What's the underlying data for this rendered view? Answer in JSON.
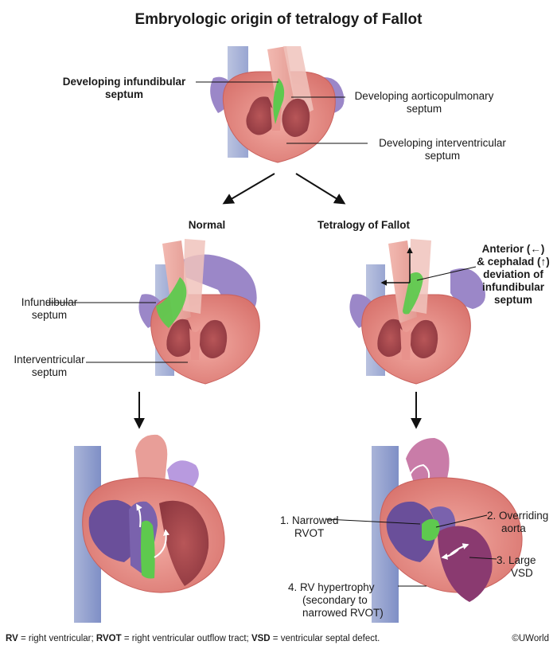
{
  "title": "Embryologic origin of tetralogy of Fallot",
  "top_heart": {
    "label_infundibular": [
      "Developing infundibular",
      "septum"
    ],
    "label_aorticopulmonary": [
      "Developing aorticopulmonary",
      "septum"
    ],
    "label_interventricular": [
      "Developing interventricular",
      "septum"
    ]
  },
  "branches": {
    "normal": "Normal",
    "tof": "Tetralogy of Fallot"
  },
  "normal_heart": {
    "label_infundibular": [
      "Infundibular",
      "septum"
    ],
    "label_interventricular": [
      "Interventricular",
      "septum"
    ]
  },
  "tof_heart": {
    "label_deviation": [
      "Anterior (←)",
      "& cephalad (↑)",
      "deviation of",
      "infundibular",
      "septum"
    ]
  },
  "tof_full_heart": {
    "label_rvot": [
      "1.  Narrowed",
      "RVOT"
    ],
    "label_aorta": [
      "2. Overriding",
      "aorta"
    ],
    "label_vsd": [
      "3. Large",
      "VSD"
    ],
    "label_rvh": [
      "4. RV hypertrophy",
      "(secondary to",
      "narrowed RVOT)"
    ]
  },
  "footnote": {
    "rv_abbr": "RV",
    "rv_def": " = right ventricular; ",
    "rvot_abbr": "RVOT",
    "rvot_def": " = right ventricular outflow tract; ",
    "vsd_abbr": "VSD",
    "vsd_def": " = ventricular septal defect."
  },
  "copyright": "©UWorld",
  "colors": {
    "muscle": "#e8928c",
    "muscle_dark": "#c9605c",
    "chamber": "#a8484e",
    "septum_green": "#5ec94e",
    "vessel_purple": "#9b87c8",
    "vessel_blue": "#8f9fcf",
    "deoxy": "#6a4f9a"
  }
}
